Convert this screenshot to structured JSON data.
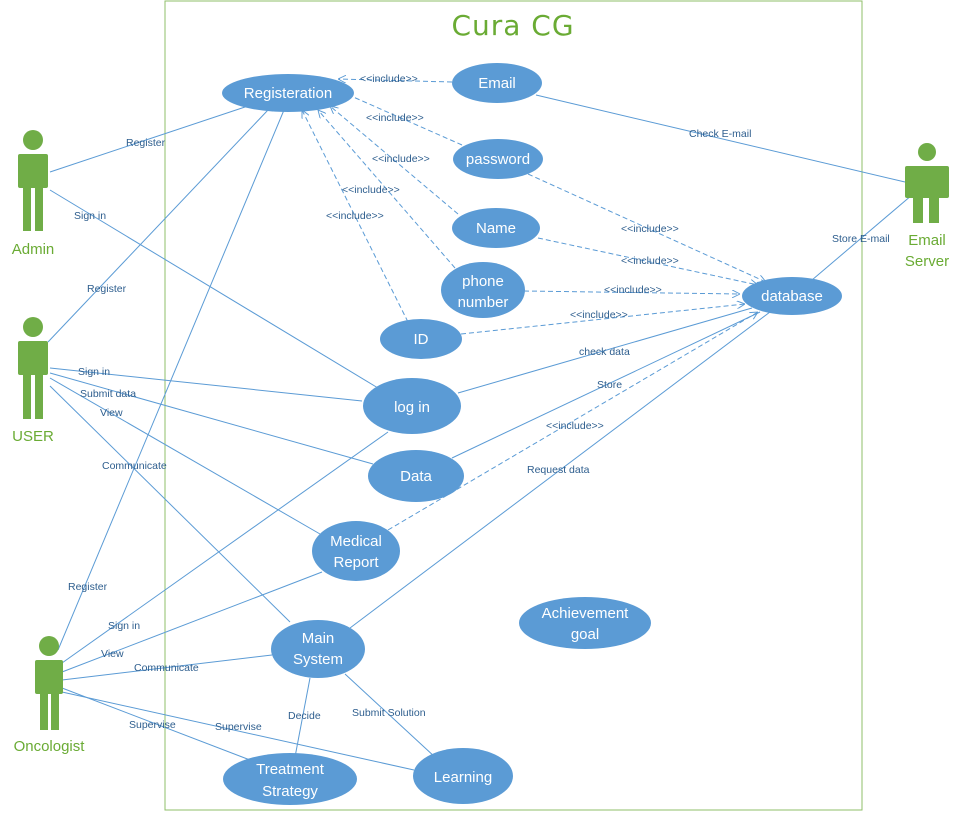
{
  "title": "Cura CG",
  "colors": {
    "accent": "#6aab34",
    "use_case": "#5b9bd5",
    "label": "#2e5e8e"
  },
  "actors": {
    "admin": "Admin",
    "user": "USER",
    "oncologist": "Oncologist",
    "email_server": [
      "Email",
      "Server"
    ]
  },
  "use_cases": {
    "registeration": [
      "Registeration"
    ],
    "email": [
      "Email"
    ],
    "password": [
      "password"
    ],
    "name": [
      "Name"
    ],
    "phone": [
      "phone",
      "number"
    ],
    "id": [
      "ID"
    ],
    "database": [
      "database"
    ],
    "login": [
      "log in"
    ],
    "data": [
      "Data"
    ],
    "medical_report": [
      "Medical",
      "Report"
    ],
    "achievement_goal": [
      "Achievement",
      "goal"
    ],
    "main_system": [
      "Main",
      "System"
    ],
    "treatment_strategy": [
      "Treatment",
      "Strategy"
    ],
    "learning": [
      "Learning"
    ]
  },
  "labels": {
    "include": "<<include>>",
    "register": "Register",
    "sign_in": "Sign in",
    "submit_data": "Submit data",
    "view": "View",
    "communicate": "Communicate",
    "supervise": "Supervise",
    "decide": "Decide",
    "submit_solution": "Submit Solution",
    "check_email": "Check E-mail",
    "store_email": "Store E-mail",
    "check_data": "check data",
    "store": "Store",
    "request_data": "Request data"
  }
}
